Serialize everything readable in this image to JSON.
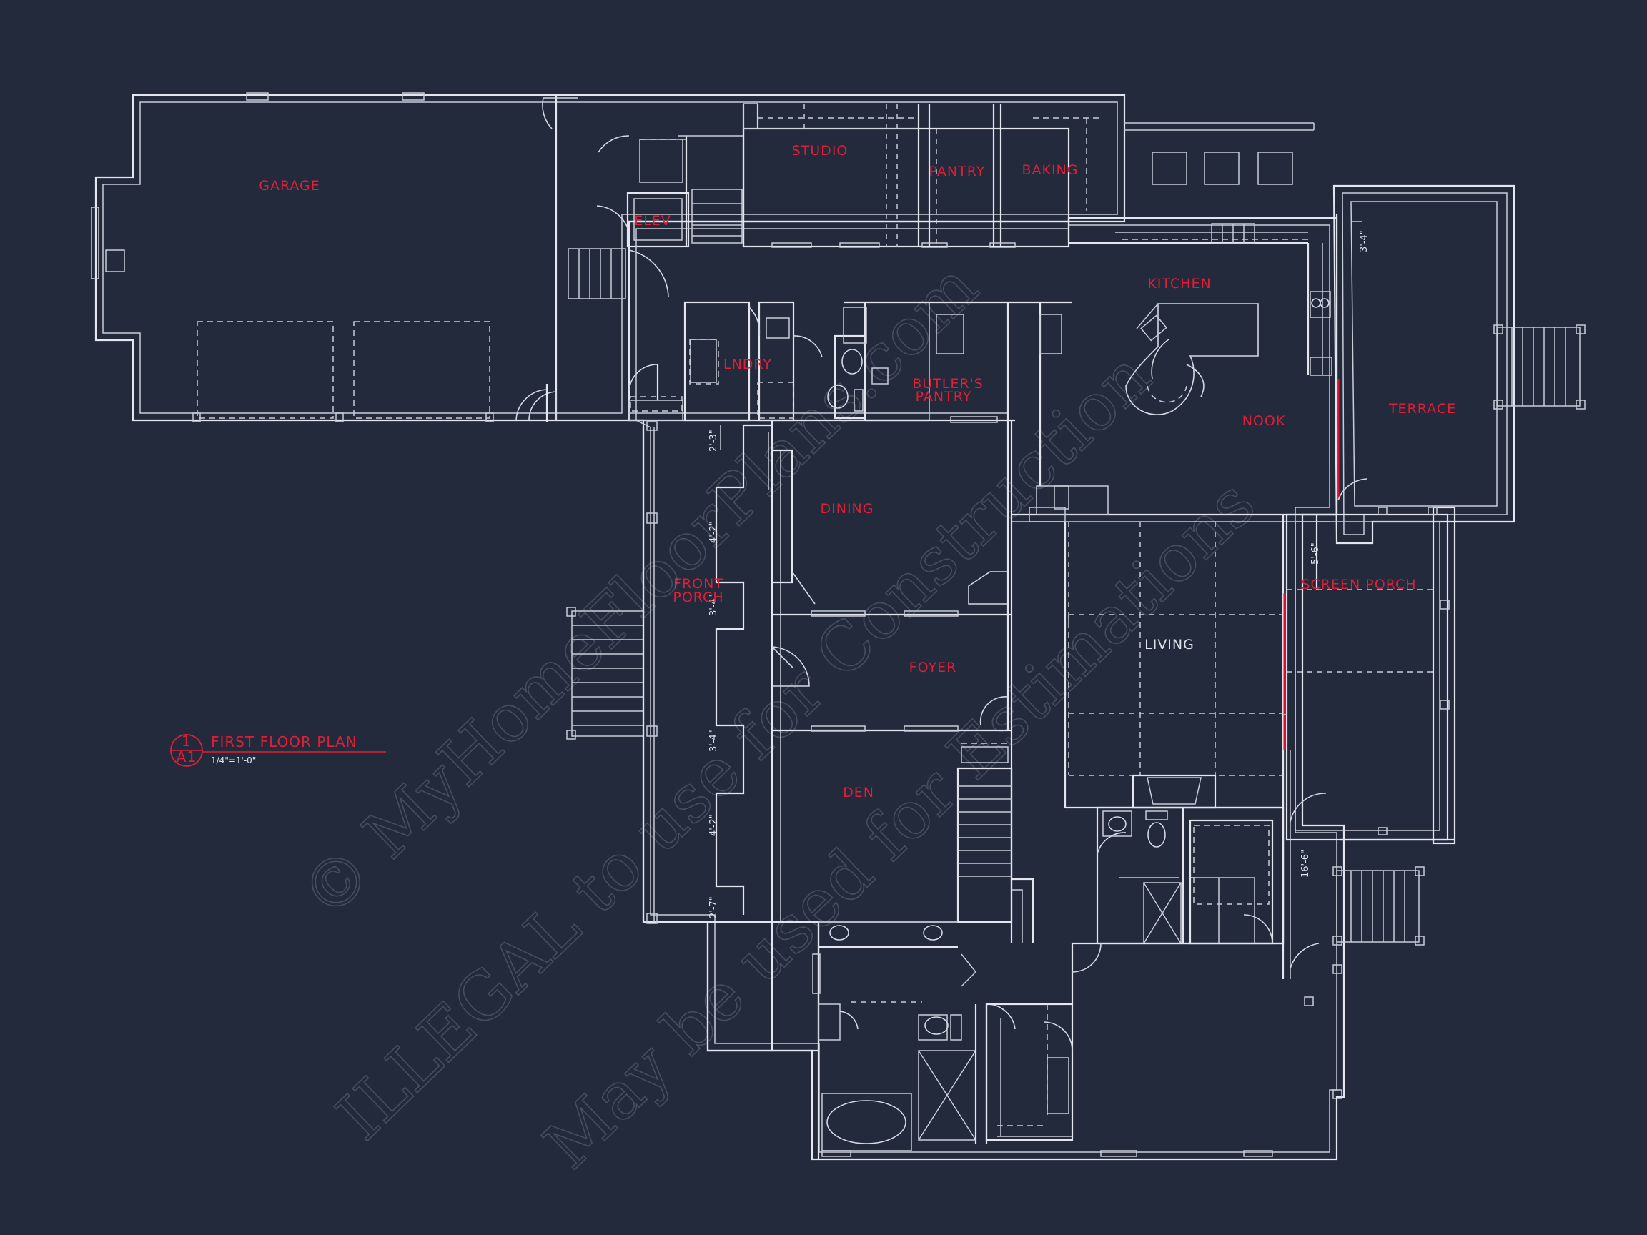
{
  "plan": {
    "rooms": {
      "garage": "GARAGE",
      "elev": "ELEV",
      "studio": "STUDIO",
      "pantry": "PANTRY",
      "baking": "BAKING",
      "kitchen": "KITCHEN",
      "lndry": "LNDRY",
      "butlers_pantry_line1": "BUTLER'S",
      "butlers_pantry_line2": "PANTRY",
      "nook": "NOOK",
      "terrace": "TERRACE",
      "dining": "DINING",
      "front_porch_line1": "FRONT",
      "front_porch_line2": "PORCH",
      "screen_porch": "SCREEN PORCH",
      "living": "LIVING",
      "foyer": "FOYER",
      "den": "DEN"
    },
    "dimensions": {
      "d1": "2'-3\"",
      "d2": "4'-2\"",
      "d3": "3'-4\"",
      "d4": "3'-4\"",
      "d5": "4'-2\"",
      "d6": "2'-7\"",
      "d7": "3'-4\"",
      "d8": "5'-6\"",
      "d9": "16'-6\""
    },
    "title_block": {
      "number": "1",
      "sheet": "A1",
      "title": "FIRST FLOOR PLAN",
      "scale": "1/4\"=1'-0\""
    },
    "watermark": {
      "line1": "© MyHomeFloorPlans.com",
      "line2": "ILLEGAL to use for Construction",
      "line3": "May be used for Estimations"
    }
  }
}
